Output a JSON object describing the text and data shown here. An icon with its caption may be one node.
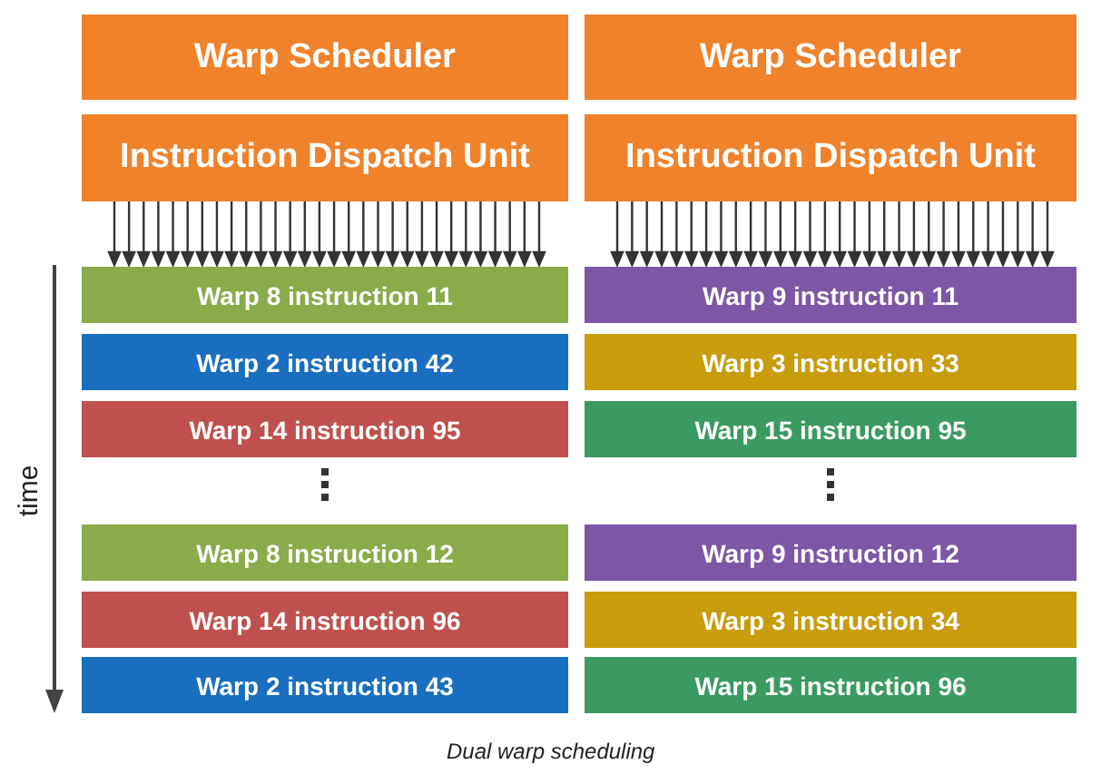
{
  "diagram": {
    "caption": "Dual warp scheduling",
    "nodes": [
      {
        "text": [
          "Warp Scheduler"
        ]
      },
      {
        "text": [
          "Warp Scheduler"
        ]
      },
      {
        "text": [
          "Instruction Dispatch Unit"
        ]
      },
      {
        "text": [
          "Instruction Dispatch Unit"
        ]
      },
      {
        "text": [
          "Warp 8 instruction 11"
        ]
      },
      {
        "text": [
          "Warp 9 instruction 11"
        ]
      },
      {
        "text": [
          "Warp 2 instruction 42"
        ]
      },
      {
        "text": [
          "Warp 3 instruction 33"
        ]
      },
      {
        "text": [
          "Warp 14 instruction 95"
        ]
      },
      {
        "text": [
          "Warp 15 instruction 95"
        ]
      },
      {
        "text": [
          "Warp 8 instruction 12"
        ]
      },
      {
        "text": [
          "Warp 9 instruction 12"
        ]
      },
      {
        "text": [
          "Warp 14 instruction 96"
        ]
      },
      {
        "text": [
          "Warp 3 instruction 34"
        ]
      },
      {
        "text": [
          "Warp 2 instruction 43"
        ]
      },
      {
        "text": [
          "Warp 15 instruction 96"
        ]
      }
    ],
    "edges": [
      {
        "from": 2,
        "to": 4,
        "arrow": "to"
      },
      {
        "from": 3,
        "to": 5,
        "arrow": "to"
      }
    ],
    "labels": [
      "time"
    ]
  }
}
